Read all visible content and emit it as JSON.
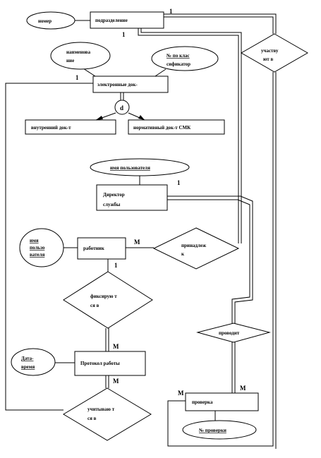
{
  "entities": {
    "podrazdelenie": "подразделение",
    "elektronnye_dok": "электронные док-",
    "vnutrenniy_dok": "внутренний док-т",
    "normativny_dok": "нормативный док-т СМК",
    "direktor_line1": "Директор",
    "direktor_line2": "службы",
    "rabotnik": "работник",
    "protokol": "Протокол работы",
    "proverka": "проверка"
  },
  "attributes": {
    "nomer": "номер",
    "naimenovanie_line1": "наименова",
    "naimenovanie_line2": "ние",
    "nomer_klass_line1": "№ по клас",
    "nomer_klass_line2": "сификатор",
    "imya_polz_dir": "имя пользователя",
    "imya_polz_line1": "имя",
    "imya_polz_line2": "пользо",
    "imya_polz_line3": "вателя",
    "data_line1": "Дата-",
    "data_line2": "время",
    "nomer_proverki": "№ проверки"
  },
  "relationships": {
    "uchastvuet_line1": "участву",
    "uchastvuet_line2": "ют в",
    "prinadlezhit_line1": "принадлеж",
    "prinadlezhit_line2": "к",
    "fiksiruyut_line1": "фиксирую т",
    "fiksiruyut_line2": "ся в",
    "provodit": "проводит",
    "uchityvayut_line1": "учитываю т",
    "uchityvayut_line2": "ся в"
  },
  "disjoint_marker": "d",
  "cardinalities": {
    "podr_top": "1",
    "podr_bottom": "1",
    "elektron": "1",
    "direktor": "1",
    "rabotnik_m": "M",
    "rabotnik_1": "1",
    "protokol_m_top": "M",
    "protokol_m_bottom": "M",
    "proverka_m_left": "M",
    "proverka_m_right": "M"
  }
}
